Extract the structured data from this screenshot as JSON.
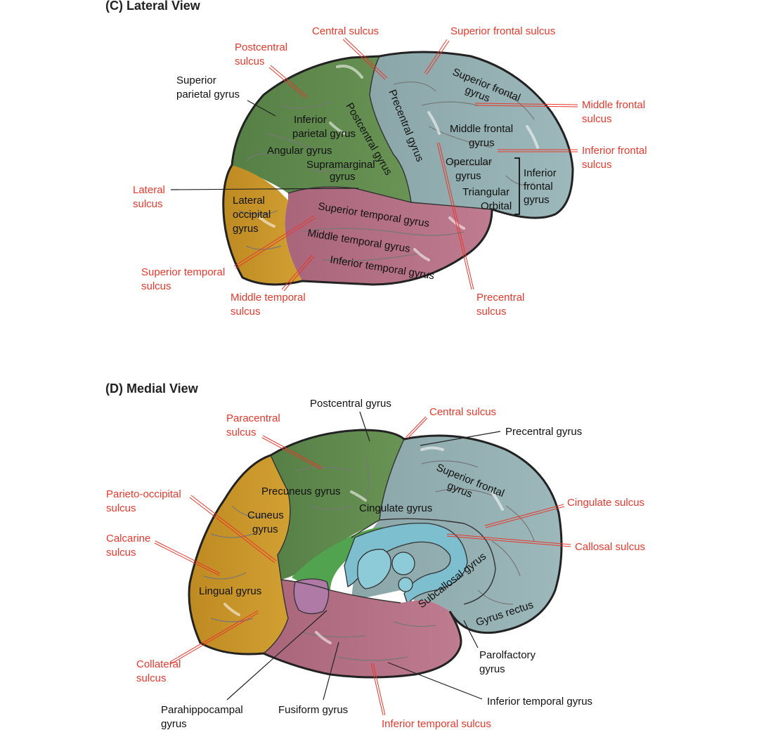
{
  "lateral": {
    "title": "(C) Lateral View",
    "gyri": {
      "superior_frontal": [
        "Superior frontal",
        "gyrus"
      ],
      "middle_frontal": [
        "Middle frontal",
        "gyrus"
      ],
      "opercular": [
        "Opercular",
        "gyrus"
      ],
      "triangular": "Triangular",
      "orbital": "Orbital",
      "inferior_frontal": [
        "Inferior",
        "frontal",
        "gyrus"
      ],
      "precentral": "Precentral gyrus",
      "postcentral": "Postcentral gyrus",
      "inferior_parietal": [
        "Inferior",
        "parietal gyrus"
      ],
      "angular": "Angular gyrus",
      "supramarginal": [
        "Supramarginal",
        "gyrus"
      ],
      "lateral_occipital": [
        "Lateral",
        "occipital",
        "gyrus"
      ],
      "superior_temporal": "Superior temporal gyrus",
      "middle_temporal": "Middle temporal gyrus",
      "inferior_temporal": "Inferior temporal gyrus",
      "superior_parietal": [
        "Superior",
        "parietal gyrus"
      ]
    },
    "sulci": {
      "central": "Central sulcus",
      "superior_frontal": "Superior frontal sulcus",
      "postcentral": [
        "Postcentral",
        "sulcus"
      ],
      "middle_frontal": [
        "Middle frontal",
        "sulcus"
      ],
      "inferior_frontal": [
        "Inferior frontal",
        "sulcus"
      ],
      "lateral": [
        "Lateral",
        "sulcus"
      ],
      "superior_temporal": [
        "Superior temporal",
        "sulcus"
      ],
      "middle_temporal": [
        "Middle temporal",
        "sulcus"
      ],
      "precentral": [
        "Precentral",
        "sulcus"
      ]
    }
  },
  "medial": {
    "title": "(D) Medial View",
    "gyri": {
      "postcentral": "Postcentral gyrus",
      "precentral": "Precentral gyrus",
      "superior_frontal": [
        "Superior frontal",
        "gyrus"
      ],
      "precuneus": "Precuneus gyrus",
      "cuneus": [
        "Cuneus",
        "gyrus"
      ],
      "cingulate": "Cingulate gyrus",
      "lingual": "Lingual gyrus",
      "subcallosal": "Subcallosal gyrus",
      "gyrus_rectus": "Gyrus rectus",
      "parolfactory": [
        "Parolfactory",
        "gyrus"
      ],
      "parahippocampal": [
        "Parahippocampal",
        "gyrus"
      ],
      "fusiform": "Fusiform gyrus",
      "inferior_temporal": "Inferior temporal gyrus"
    },
    "sulci": {
      "central": "Central sulcus",
      "paracentral": [
        "Paracentral",
        "sulcus"
      ],
      "parieto_occipital": [
        "Parieto-occipital",
        "sulcus"
      ],
      "calcarine": [
        "Calcarine",
        "sulcus"
      ],
      "cingulate": "Cingulate sulcus",
      "callosal": "Callosal sulcus",
      "collateral": [
        "Collateral",
        "sulcus"
      ],
      "inferior_temporal": "Inferior temporal sulcus"
    }
  },
  "colors": {
    "frontal": "#8fabad",
    "parietal": "#5e8a4a",
    "occipital": "#c9962a",
    "temporal": "#b46f84",
    "limbic_green": "#4fa350",
    "callosum": "#7ec0cf",
    "hippocampal": "#b07aa7",
    "sulcus_label": "#e8382d",
    "outline": "#222222"
  }
}
